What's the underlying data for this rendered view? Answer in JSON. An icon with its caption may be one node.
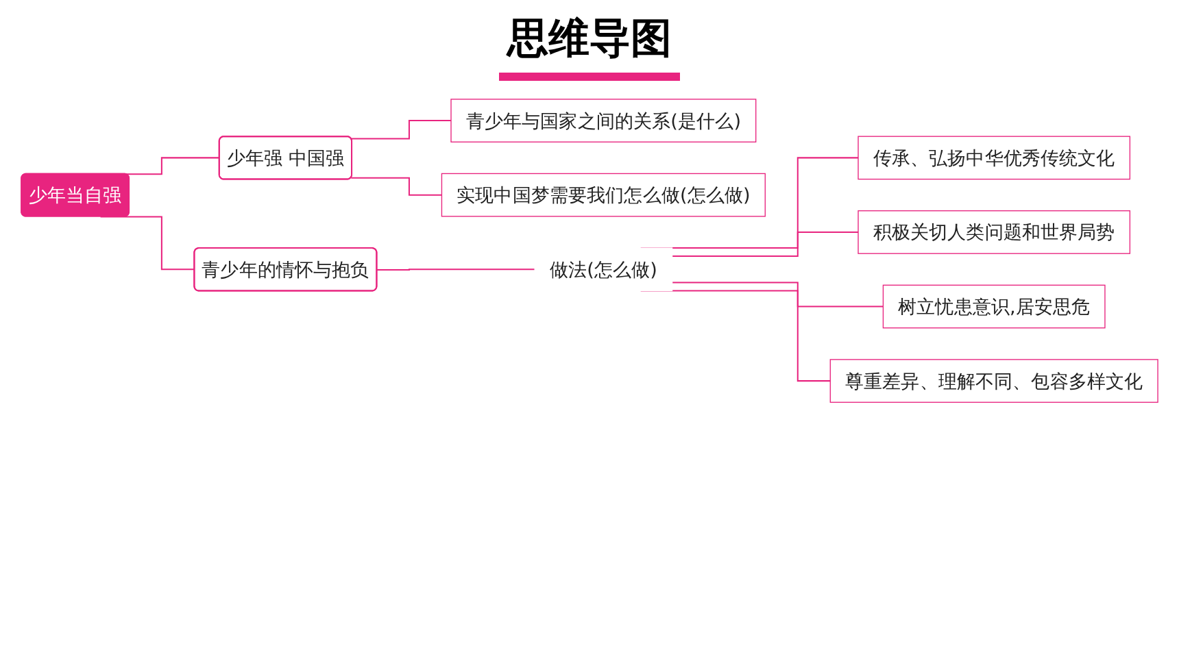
{
  "diagram": {
    "title": "思维导图",
    "nodes": [
      {
        "text": [
          "少年当自强"
        ]
      },
      {
        "text": [
          "少年强 中国强"
        ]
      },
      {
        "text": [
          "青少年与国家之间的关系(是什么)"
        ]
      },
      {
        "text": [
          "实现中国梦需要我们怎么做(怎么做)"
        ]
      },
      {
        "text": [
          "青少年的情怀与抱负"
        ]
      },
      {
        "text": [
          "做法(怎么做)"
        ]
      },
      {
        "text": [
          "传承、弘扬中华优秀传统文化"
        ]
      },
      {
        "text": [
          "积极关切人类问题和世界局势"
        ]
      },
      {
        "text": [
          "树立忧患意识,居安思危"
        ]
      },
      {
        "text": [
          "尊重差异、理解不同、包容多样文化"
        ]
      }
    ],
    "edges": [
      {
        "from": 0,
        "to": 1,
        "arrow": "none"
      },
      {
        "from": 0,
        "to": 4,
        "arrow": "none"
      },
      {
        "from": 1,
        "to": 2,
        "arrow": "none"
      },
      {
        "from": 1,
        "to": 3,
        "arrow": "none"
      },
      {
        "from": 4,
        "to": 5,
        "arrow": "none"
      },
      {
        "from": 5,
        "to": 6,
        "arrow": "none"
      },
      {
        "from": 5,
        "to": 7,
        "arrow": "none"
      },
      {
        "from": 5,
        "to": 8,
        "arrow": "none"
      },
      {
        "from": 5,
        "to": 9,
        "arrow": "none"
      }
    ]
  }
}
